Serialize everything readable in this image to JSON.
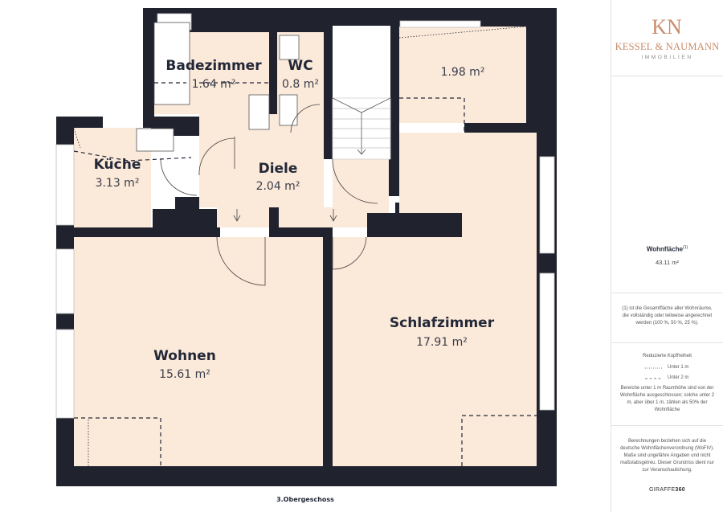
{
  "floor_label": "3.Obergeschoss",
  "rooms": [
    {
      "name": "Badezimmer",
      "area": "1.64 m²"
    },
    {
      "name": "WC",
      "area": "0.8 m²"
    },
    {
      "name": "",
      "area": "1.98 m²"
    },
    {
      "name": "Küche",
      "area": "3.13 m²"
    },
    {
      "name": "Diele",
      "area": "2.04 m²"
    },
    {
      "name": "Schlafzimmer",
      "area": "17.91 m²"
    },
    {
      "name": "Wohnen",
      "area": "15.61 m²"
    }
  ],
  "logo": {
    "mark": "KN",
    "name": "KESSEL & NAUMANN",
    "sub": "IMMOBILIEN"
  },
  "sidebar": {
    "area_title": "Wohnfläche",
    "area_sup": "(1)",
    "area_value": "43.11 m²",
    "note": "(1) ist die Gesamtfläche aller Wohnräume, die vollständig oder teilweise angerechnet werden (100 %, 50 %, 25 %).",
    "legend_title": "Reduzierte Kopffreiheit",
    "legend_under1": "Unter 1 m",
    "legend_under2": "Unter 2 m",
    "legend_text": "Bereiche unter 1 m Raumhöhe sind von der Wohnfläche ausgeschlossen; solche unter 2 m, aber über 1 m, zählen als 50% der Wohnfläche",
    "calc_text": "Berechnungen beziehen sich auf die deutsche Wohnflächenverordnung (WoFIV). Maße sind ungefähre Angaben und nicht maßstabsgetreu. Dieser Grundriss dient nur zur Veranschaulichung.",
    "brand_light": "GIRAFFE",
    "brand_bold": "360"
  },
  "colors": {
    "wall": "#20232e",
    "floor": "#fbe9d9",
    "accent": "#c98c6b"
  }
}
